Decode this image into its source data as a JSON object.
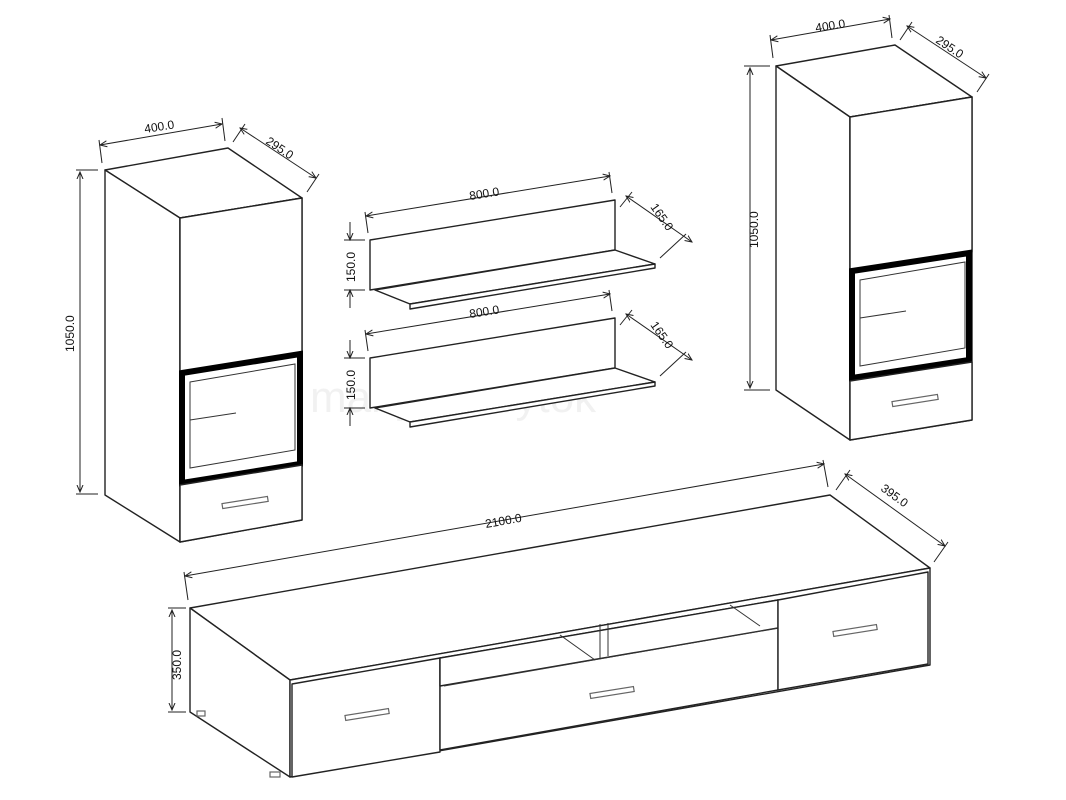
{
  "watermark": "mabyenábytok",
  "left_cabinet": {
    "width": "400.0",
    "depth": "295.0",
    "height": "1050.0"
  },
  "shelf_top": {
    "width": "800.0",
    "depth": "165.0",
    "height": "150.0"
  },
  "shelf_bottom": {
    "width": "800.0",
    "depth": "165.0",
    "height": "150.0"
  },
  "right_cabinet": {
    "width": "400.0",
    "depth": "295.0",
    "height": "1050.0"
  },
  "tv_unit": {
    "width": "2100.0",
    "depth": "395.0",
    "height": "350.0"
  },
  "colors": {
    "line": "#222222",
    "frame": "#000000",
    "background": "#ffffff"
  }
}
